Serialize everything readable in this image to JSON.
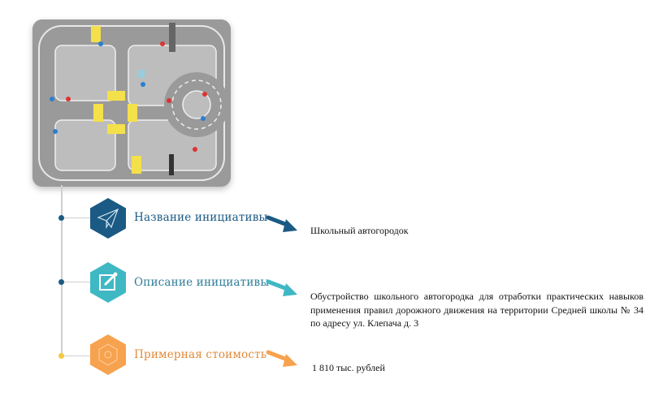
{
  "colors": {
    "name": "#1b5a84",
    "description": "#3fb8c4",
    "cost": "#f7a24e",
    "cost_label": "#e08a3a",
    "line": "#cfcfcf"
  },
  "items": [
    {
      "label": "Название инициативы",
      "icon": "paper-plane-icon",
      "value": "Школьный автогородок"
    },
    {
      "label": "Описание инициативы",
      "icon": "edit-icon",
      "value": "Обустройство школьного автогородка для отработки практических навыков применения правил дорожного движения на территории Средней школы № 34 по адресу ул. Клепача д. 3"
    },
    {
      "label": "Примерная стоимость",
      "icon": "coin-icon",
      "value": "1 810 тыс. рублей"
    }
  ]
}
